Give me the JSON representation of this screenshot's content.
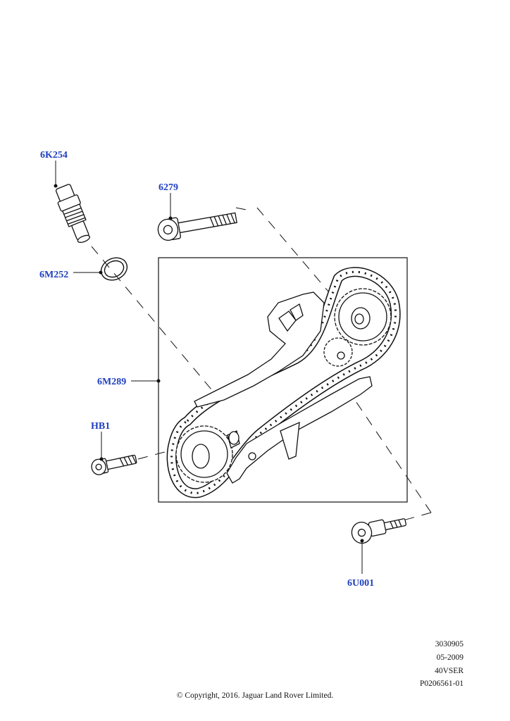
{
  "labels": {
    "crank_sensor": "6K254",
    "seal_ring": "6M252",
    "bolt_top": "6279",
    "chain_kit": "6M289",
    "bolt_hb1": "HB1",
    "pivot_bolt": "6U001"
  },
  "ref_codes": [
    "3030905",
    "05-2009",
    "40VSER",
    "P0206561-01"
  ],
  "copyright": "© Copyright, 2016. Jaguar Land Rover Limited.",
  "colors": {
    "label": "#1f3fbf",
    "line": "#111111"
  }
}
